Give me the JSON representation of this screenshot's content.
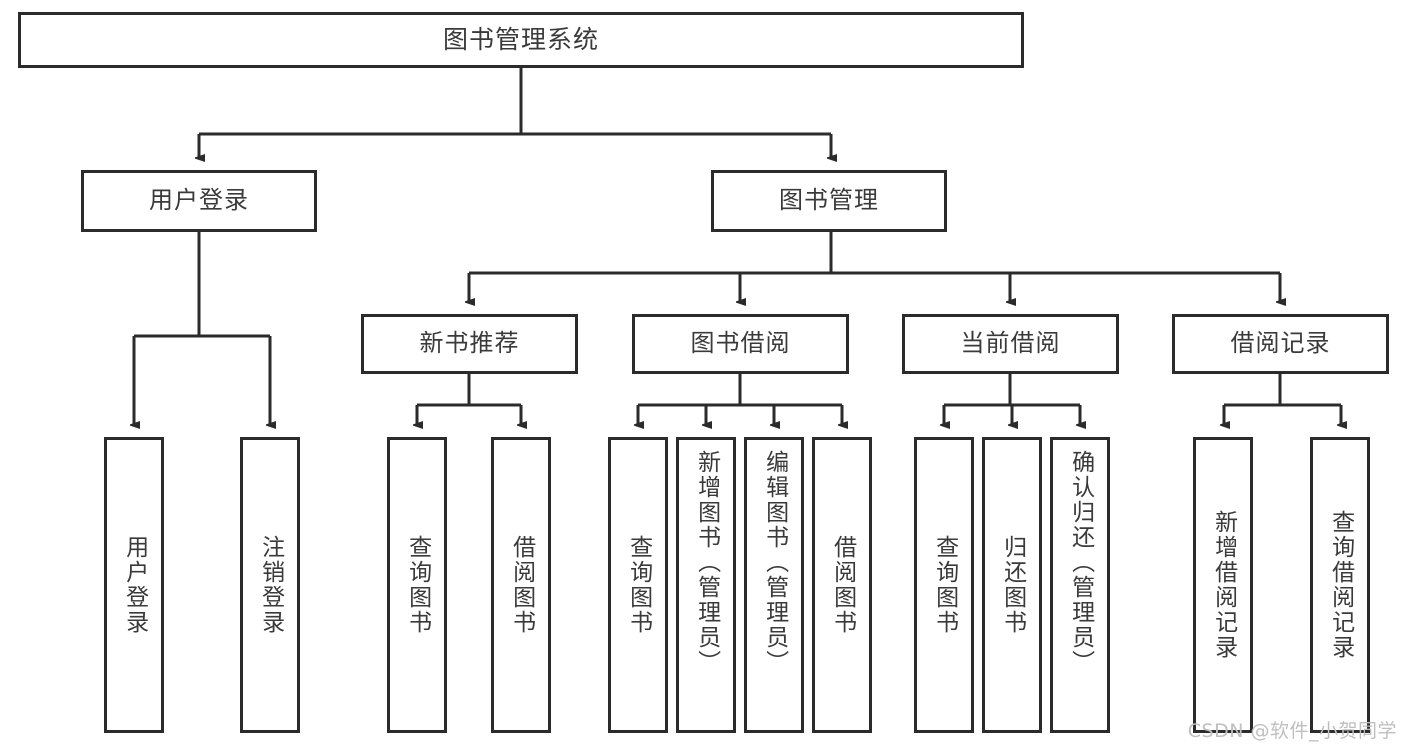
{
  "diagram": {
    "title": "图书管理系统",
    "type": "tree",
    "watermark": "CSDN @软件_小贺同学",
    "colors": {
      "box_border": "#2b2b2b",
      "box_fill": "#ffffff",
      "connector": "#2b2b2b",
      "text": "#3a3a3a",
      "watermark": "#bfbfbf"
    },
    "levels": {
      "root": "图书管理系统",
      "level2": [
        "用户登录",
        "图书管理"
      ],
      "level3": [
        "新书推荐",
        "图书借阅",
        "当前借阅",
        "借阅记录"
      ]
    },
    "nodes": {
      "root": {
        "label": "图书管理系统"
      },
      "user_login": {
        "label": "用户登录"
      },
      "book_manage": {
        "label": "图书管理"
      },
      "new_book_rec": {
        "label": "新书推荐"
      },
      "book_borrow": {
        "label": "图书借阅"
      },
      "current_borrow": {
        "label": "当前借阅"
      },
      "borrow_record": {
        "label": "借阅记录"
      }
    },
    "leaves": {
      "user_login": [
        {
          "label": "用户登录"
        },
        {
          "label": "注销登录"
        }
      ],
      "new_book_rec": [
        {
          "label": "查询图书"
        },
        {
          "label": "借阅图书"
        }
      ],
      "book_borrow": [
        {
          "label": "查询图书"
        },
        {
          "label": "新增图书（管理员）"
        },
        {
          "label": "编辑图书（管理员）"
        },
        {
          "label": "借阅图书"
        }
      ],
      "current_borrow": [
        {
          "label": "查询图书"
        },
        {
          "label": "归还图书"
        },
        {
          "label": "确认归还（管理员）"
        }
      ],
      "borrow_record": [
        {
          "label": "新增借阅记录"
        },
        {
          "label": "查询借阅记录"
        }
      ]
    }
  }
}
